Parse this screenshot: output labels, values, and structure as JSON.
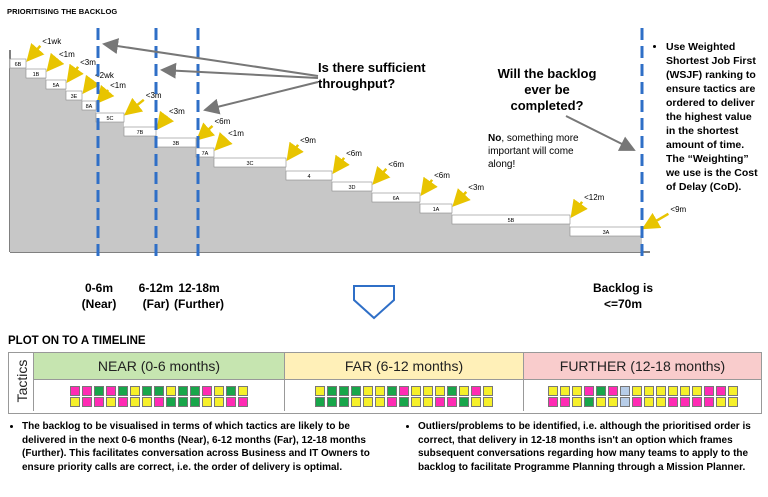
{
  "title": "PRIORITISING THE BACKLOG",
  "chart_data": {
    "type": "diagram",
    "steps": [
      "6B",
      "1B",
      "5A",
      "3E",
      "8A",
      "5C",
      "7B",
      "3B",
      "7A",
      "3C",
      "4",
      "3D",
      "6A",
      "1A",
      "5B",
      "3A"
    ],
    "durations": [
      "<1wk",
      "<1m",
      "<3m",
      "<2wk",
      "<1m",
      "<3m",
      "<3m",
      "<6m",
      "<1m",
      "<9m",
      "<6m",
      "<6m",
      "<6m",
      "<3m",
      "<12m",
      "<9m"
    ],
    "lines": [
      {
        "label": "0-6m\n(Near)"
      },
      {
        "label": "6-12m\n(Far)"
      },
      {
        "label": "12-18m\n(Further)"
      },
      {
        "label": "Backlog is\n<=70m"
      }
    ]
  },
  "callouts": {
    "throughput": "Is there sufficient throughput?",
    "completed": "Will the backlog ever be completed?",
    "answer_bold": "No",
    "answer_rest": ", something more important will come along!"
  },
  "line_labels": {
    "near_top": "0-6m",
    "near_bot": "(Near)",
    "far_top": "6-12m",
    "far_bot": "(Far)",
    "further_top": "12-18m",
    "further_bot": "(Further)",
    "backlog_top": "Backlog is",
    "backlog_bot": "<=70m"
  },
  "side_bullet": "Use Weighted Shortest Job First (WSJF) ranking to ensure tactics are ordered to deliver the highest value in the shortest amount of time. The “Weighting” we use is the Cost of Delay (CoD).",
  "timeline": {
    "title": "PLOT ON TO A TIMELINE",
    "tactics_label": "Tactics",
    "near_label": "NEAR (0-6 months)",
    "far_label": "FAR (6-12 months)",
    "further_label": "FURTHER (12-18 months)",
    "near_row1": [
      "m",
      "m",
      "g",
      "m",
      "g",
      "y",
      "g",
      "g",
      "y",
      "g",
      "g",
      "m",
      "y",
      "g",
      "y"
    ],
    "near_row2": [
      "y",
      "m",
      "m",
      "y",
      "m",
      "y",
      "y",
      "m",
      "g",
      "g",
      "g",
      "y",
      "y",
      "m",
      "m"
    ],
    "far_row1": [
      "y",
      "g",
      "g",
      "g",
      "y",
      "y",
      "g",
      "m",
      "y",
      "y",
      "y",
      "g",
      "y",
      "m",
      "y"
    ],
    "far_row2": [
      "g",
      "g",
      "g",
      "y",
      "y",
      "y",
      "m",
      "g",
      "y",
      "y",
      "m",
      "m",
      "g",
      "y",
      "y"
    ],
    "further_row1": [
      "y",
      "y",
      "y",
      "m",
      "g",
      "m",
      "b",
      "y",
      "y",
      "y",
      "y",
      "y",
      "y",
      "m",
      "m",
      "y"
    ],
    "further_row2": [
      "m",
      "m",
      "y",
      "g",
      "y",
      "y",
      "b",
      "m",
      "y",
      "y",
      "m",
      "m",
      "m",
      "m",
      "y",
      "y"
    ],
    "colors": {
      "m": "#ff2bb4",
      "g": "#18a64a",
      "y": "#f6f02a",
      "b": "#b7cde8"
    },
    "near_color": "#c6e5b0",
    "far_color": "#fff0b8",
    "further_color": "#f9cccc"
  },
  "bottom_left": "The backlog to be visualised in terms of which tactics are likely to be delivered in the next 0-6 months (Near), 6-12 months (Far), 12-18 months (Further). This facilitates conversation across Business and IT Owners to ensure priority calls are correct, i.e. the order of delivery is optimal.",
  "bottom_right": "Outliers/problems to be identified, i.e. although the prioritised order is correct, that delivery in 12-18 months isn't an option which frames subsequent conversations regarding how many teams to apply to the backlog to facilitate Programme Planning through a Mission Planner."
}
